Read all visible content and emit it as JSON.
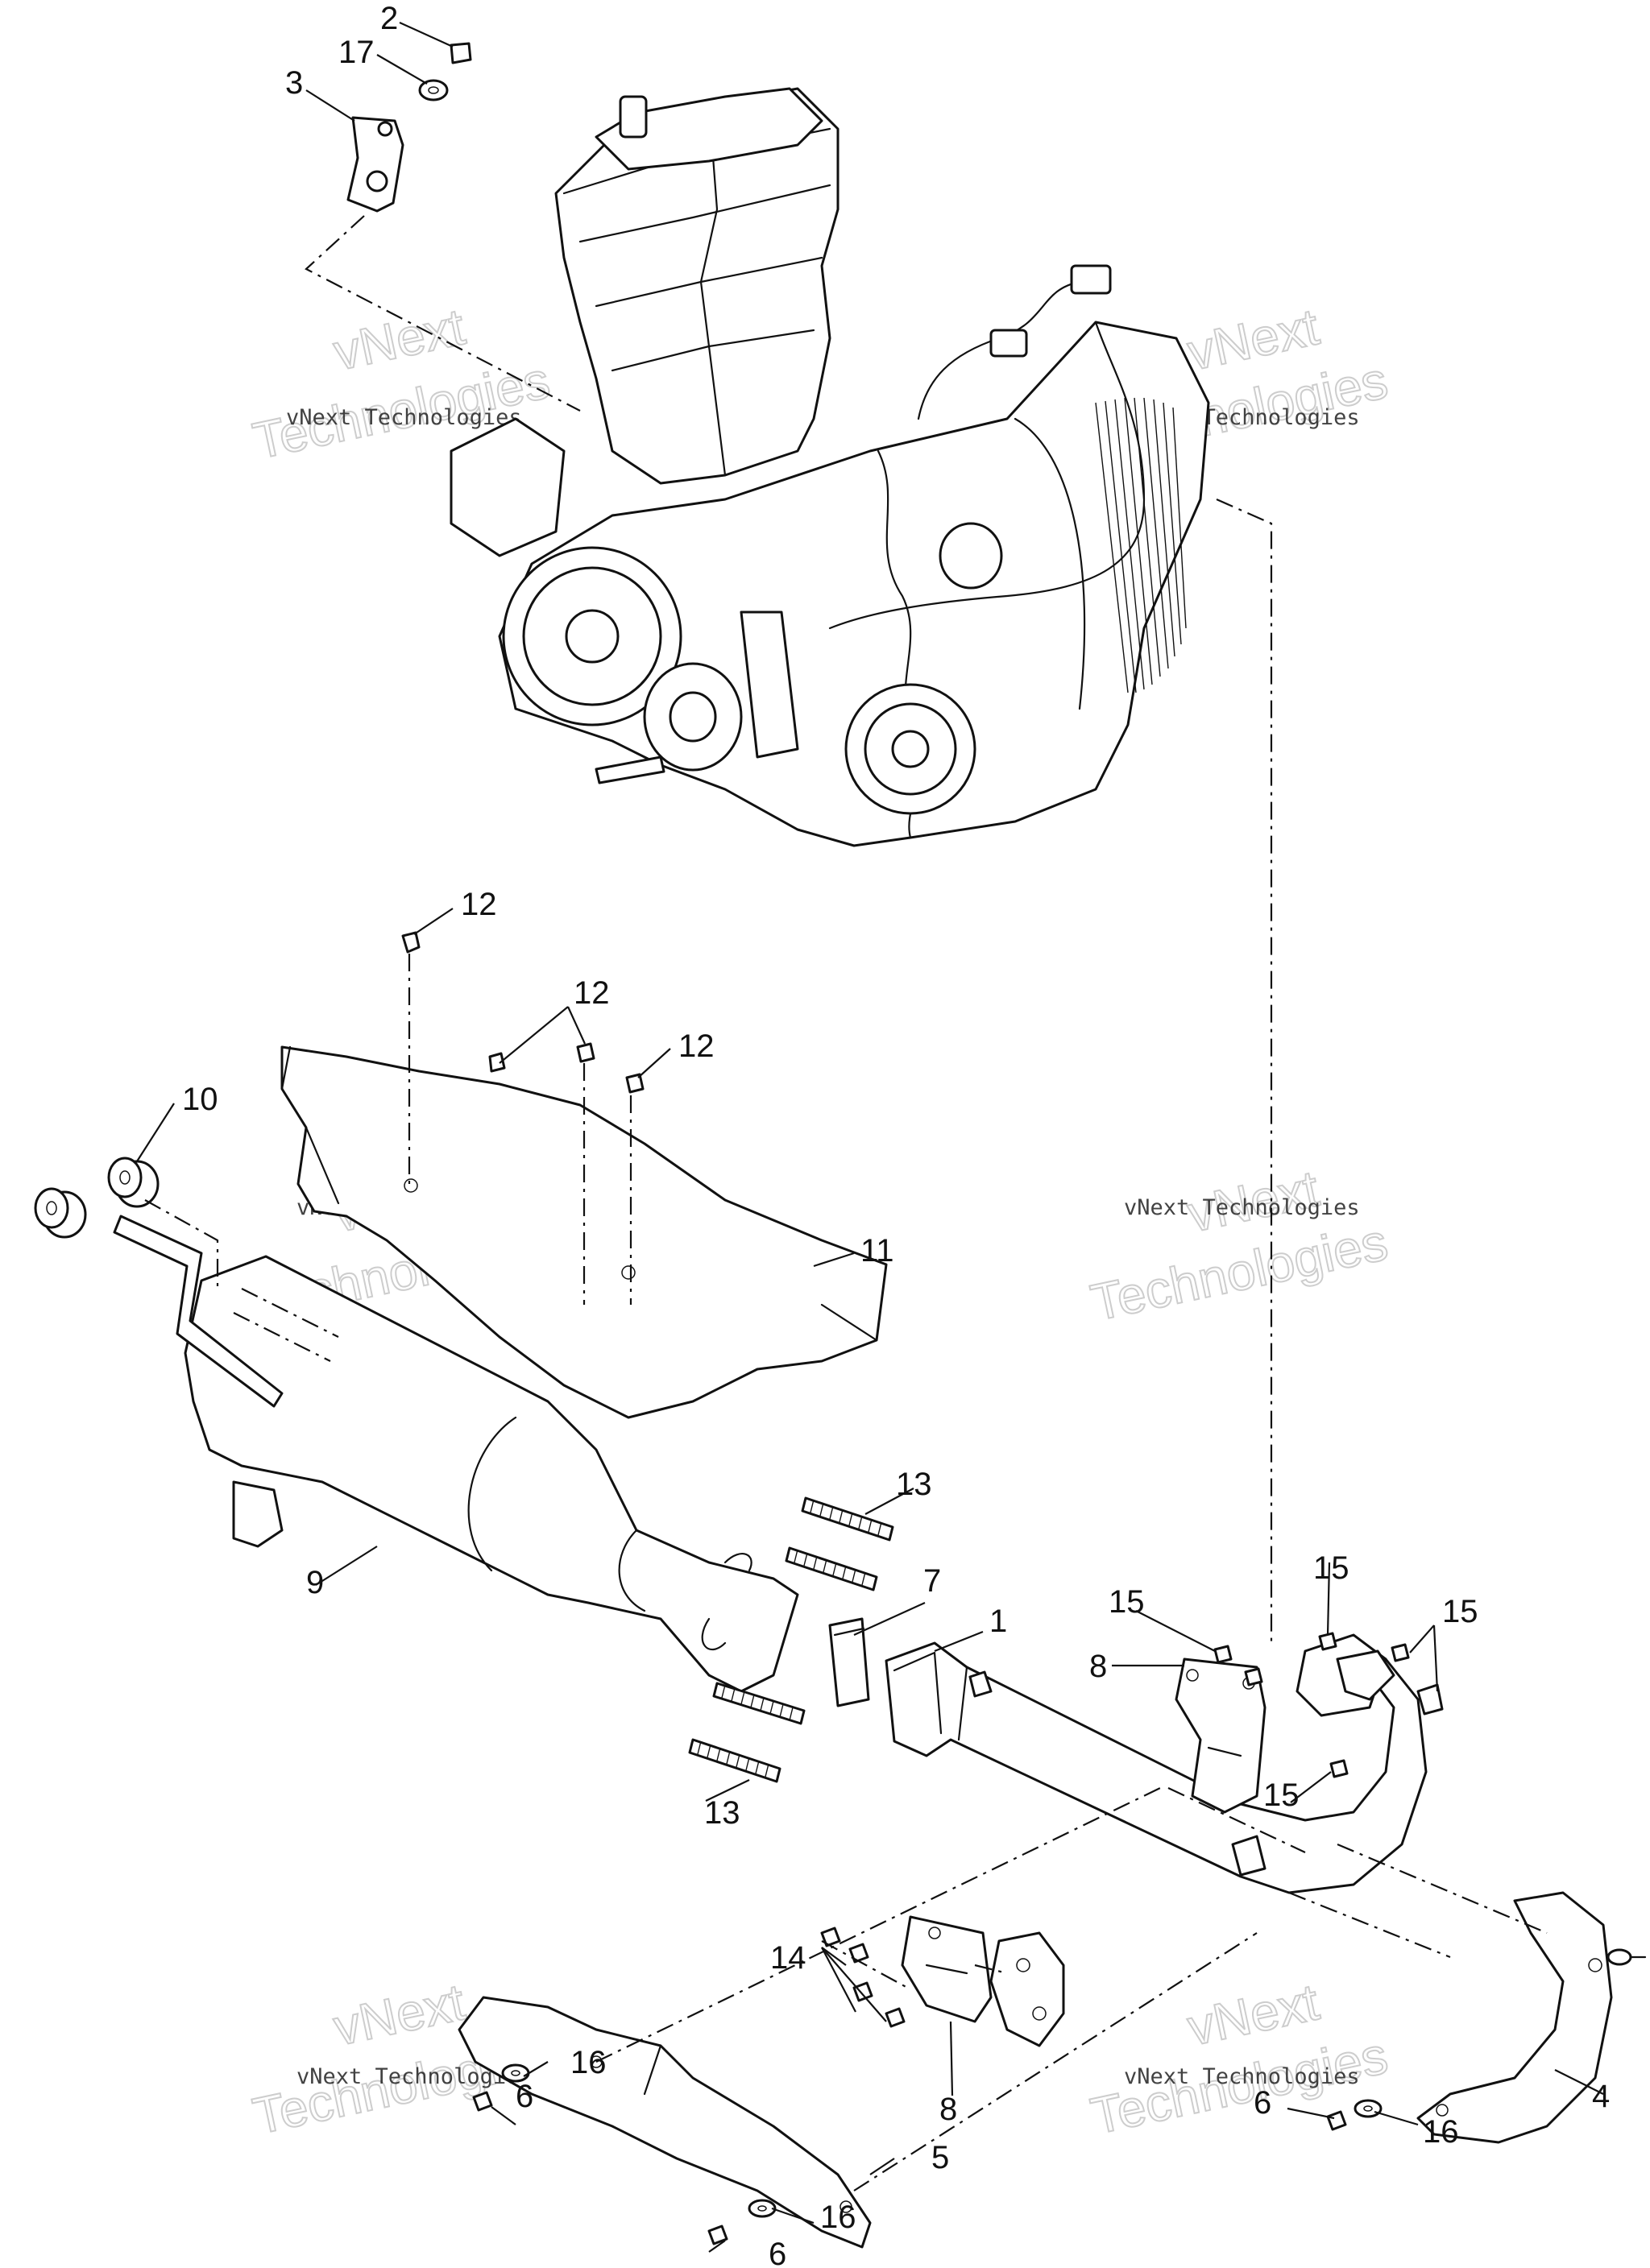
{
  "callouts": {
    "c1": "1",
    "c2": "2",
    "c3": "3",
    "c4": "4",
    "c5": "5",
    "c6a": "6",
    "c6b": "6",
    "c6c": "6",
    "c7": "7",
    "c8a": "8",
    "c8b": "8",
    "c9": "9",
    "c10": "10",
    "c11": "11",
    "c12a": "12",
    "c12b": "12",
    "c12c": "12",
    "c13a": "13",
    "c13b": "13",
    "c14": "14",
    "c15a": "15",
    "c15b": "15",
    "c15c": "15",
    "c15d": "15",
    "c16a": "16",
    "c16b": "16",
    "c16c": "16",
    "c17": "17"
  },
  "watermark": {
    "small": "vNext Technologies",
    "big_line1": "vNext",
    "big_line2": "Technologies"
  }
}
